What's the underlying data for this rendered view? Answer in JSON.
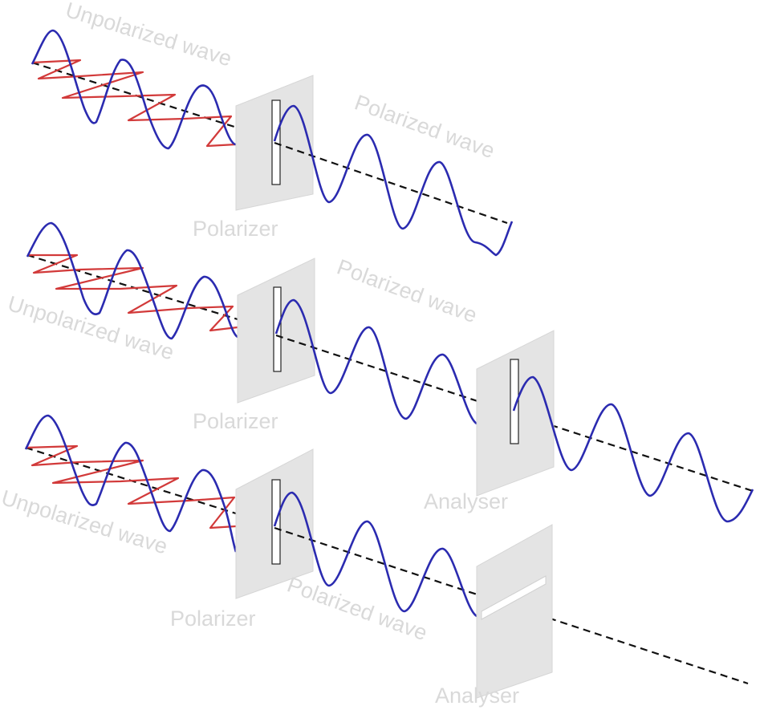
{
  "labels": {
    "unpolarized_wave": "Unpolarized wave",
    "polarized_wave": "Polarized wave",
    "polarizer": "Polarizer",
    "analyser": "Analyser"
  },
  "colors": {
    "vertical_component": "#2b2bb0",
    "horizontal_component": "#d23a3a",
    "label_text": "#d9d9d9",
    "plate_fill": "#e4e4e4"
  },
  "rows": [
    {
      "id": "row-1",
      "analyser": "none",
      "output": "polarized wave passes"
    },
    {
      "id": "row-2",
      "analyser": "vertical slit",
      "output": "polarized wave passes analyser"
    },
    {
      "id": "row-3",
      "analyser": "horizontal slit",
      "output": "wave blocked by analyser"
    }
  ]
}
